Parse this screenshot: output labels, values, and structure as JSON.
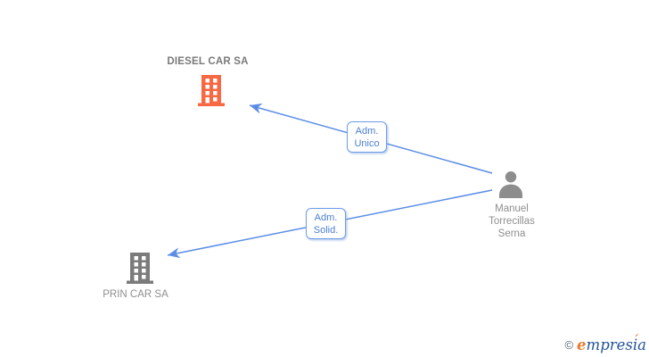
{
  "diagram": {
    "nodes": {
      "diesel": {
        "label": "DIESEL CAR SA",
        "type": "company",
        "icon": "building-icon",
        "highlighted": true
      },
      "prin": {
        "label": "PRIN CAR SA",
        "type": "company",
        "icon": "building-icon",
        "highlighted": false
      },
      "person": {
        "label": "Manuel Torrecillas Serna",
        "lines": [
          "Manuel",
          "Torrecillas",
          "Serna"
        ],
        "type": "person",
        "icon": "person-icon"
      }
    },
    "edges": [
      {
        "from": "person",
        "to": "diesel",
        "label_lines": [
          "Adm.",
          "Unico"
        ]
      },
      {
        "from": "person",
        "to": "prin",
        "label_lines": [
          "Adm.",
          "Solid."
        ]
      }
    ]
  },
  "footer": {
    "copyright_symbol": "©",
    "brand_e": "e",
    "brand_rest": "mpresia",
    "brand_accent": "´"
  },
  "colors": {
    "line_blue": "#5b8de6",
    "box_border_blue": "#6d9ce8",
    "box_text_blue": "#4a7fd0",
    "company_orange": "#f86843",
    "node_gray": "#7b7b7b",
    "person_gray": "#8d8d8d",
    "label_gray": "#8f8f8f",
    "brand_orange": "#e87a2e",
    "brand_blue": "#23549b",
    "copyright_gray": "#5d6b75"
  }
}
